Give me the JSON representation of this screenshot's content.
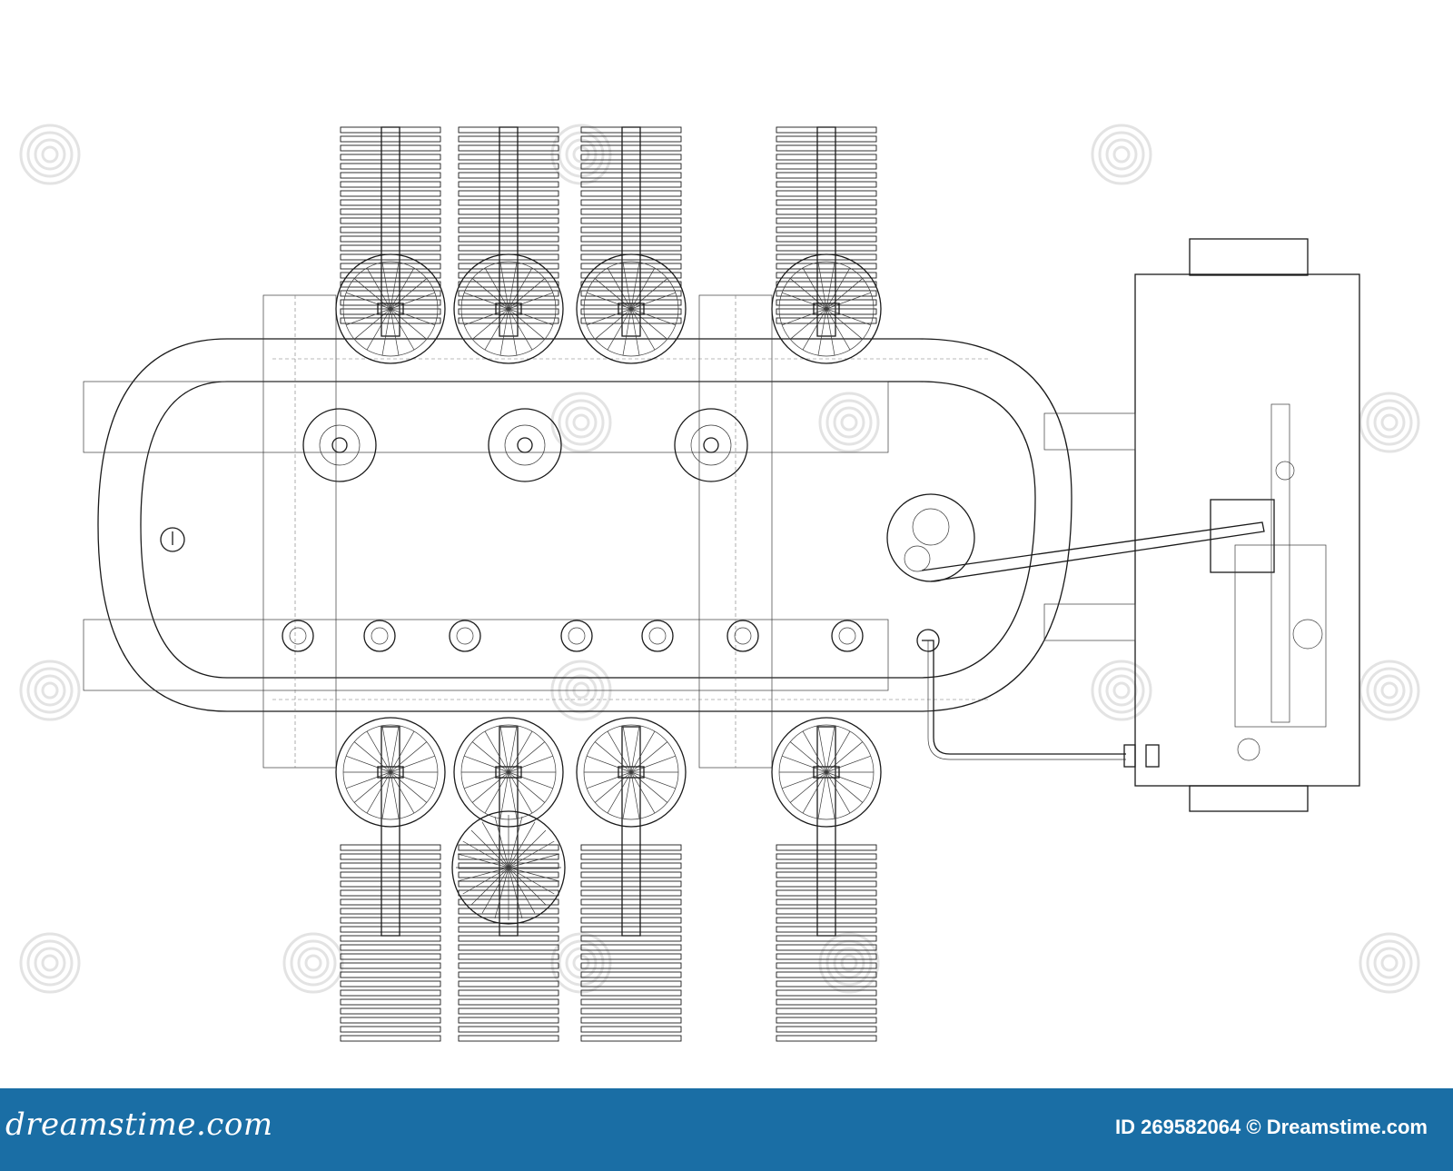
{
  "drawing": {
    "subject": "engine-blueprint-top-view",
    "line_color": "#1a1a1a",
    "background": "#ffffff"
  },
  "watermark": {
    "color": "#e3e3e3",
    "icon": "dreamstime-swirl-icon"
  },
  "footer": {
    "background": "#1a6ea5",
    "brand": "dreamstime.com",
    "stock_id": "ID 269582064 © Dreamstime.com"
  }
}
